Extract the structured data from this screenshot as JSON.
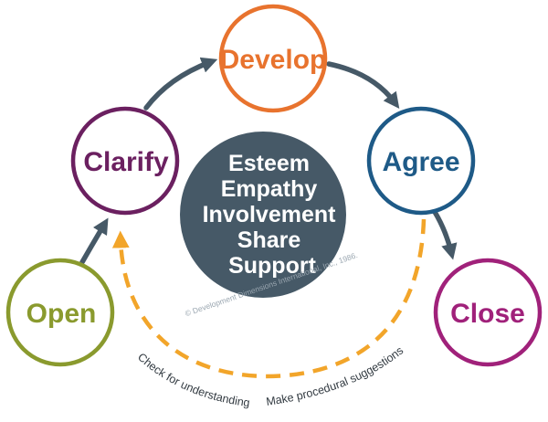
{
  "steps": {
    "open": {
      "label": "Open",
      "color": "#8a9a2e"
    },
    "clarify": {
      "label": "Clarify",
      "color": "#6b2060"
    },
    "develop": {
      "label": "Develop",
      "color": "#e8732e"
    },
    "agree": {
      "label": "Agree",
      "color": "#1e5a87"
    },
    "close": {
      "label": "Close",
      "color": "#a0217a"
    }
  },
  "center": {
    "lines": [
      "Esteem",
      "Empathy",
      "Involvement",
      "Share",
      "Support"
    ],
    "color": "#465967"
  },
  "copyright": "© Development Dimensions International, Inc., 1986.",
  "notes": {
    "check": "Check for understanding",
    "procedural": "Make procedural suggestions"
  },
  "colors": {
    "arrow": "#465967",
    "dashed_arrow": "#f2a52a"
  }
}
